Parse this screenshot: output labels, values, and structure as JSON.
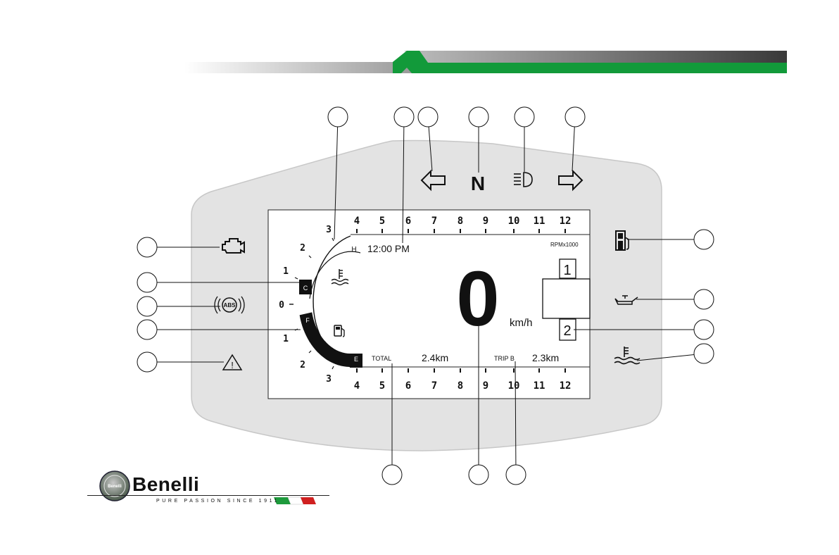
{
  "header": {
    "band_colors": {
      "grey_left": "#f2f2f2",
      "grey_right": "#9a9a9a",
      "green": "#129a3a",
      "dark": "#3a3a3a"
    }
  },
  "dashboard": {
    "rpm_top_labels": [
      "4",
      "5",
      "6",
      "7",
      "8",
      "9",
      "10",
      "11",
      "12"
    ],
    "rpm_bottom_labels": [
      "4",
      "5",
      "6",
      "7",
      "8",
      "9",
      "10",
      "11",
      "12"
    ],
    "arc_top_labels": [
      "3",
      "2",
      "1"
    ],
    "zero_label": "0",
    "arc_bottom_labels": [
      "1",
      "2",
      "3"
    ],
    "rpm_unit": "RPMx1000",
    "temp_high_label": "H",
    "temp_cold_label": "C",
    "fuel_full_label": "F",
    "fuel_empty_label": "E",
    "clock": "12:00 PM",
    "speed": "0",
    "speed_unit": "km/h",
    "gear_top": "1",
    "gear_bottom": "2",
    "total_label": "TOTAL",
    "total_value": "2.4km",
    "trip_label": "TRIP B",
    "trip_value": "2.3km",
    "neutral": "N",
    "fuel_bar_segments": 6
  },
  "indicators": {
    "left": [
      {
        "icon": "engine-check-icon"
      },
      {
        "icon": "abs-icon",
        "text": "ABS"
      },
      {
        "icon": "warning-triangle-icon",
        "text": "!"
      }
    ],
    "right": [
      {
        "icon": "fuel-pump-icon"
      },
      {
        "icon": "oil-pressure-icon"
      },
      {
        "icon": "coolant-temp-icon"
      }
    ],
    "top": [
      {
        "icon": "turn-left-icon"
      },
      {
        "icon": "neutral-icon"
      },
      {
        "icon": "high-beam-icon"
      },
      {
        "icon": "turn-right-icon"
      }
    ]
  },
  "brand": {
    "name": "Benelli",
    "emblem_text": "Benelli",
    "tagline": "PURE PASSION SINCE 1911",
    "flag_colors": [
      "#1e9a3c",
      "#ffffff",
      "#d02020"
    ]
  }
}
